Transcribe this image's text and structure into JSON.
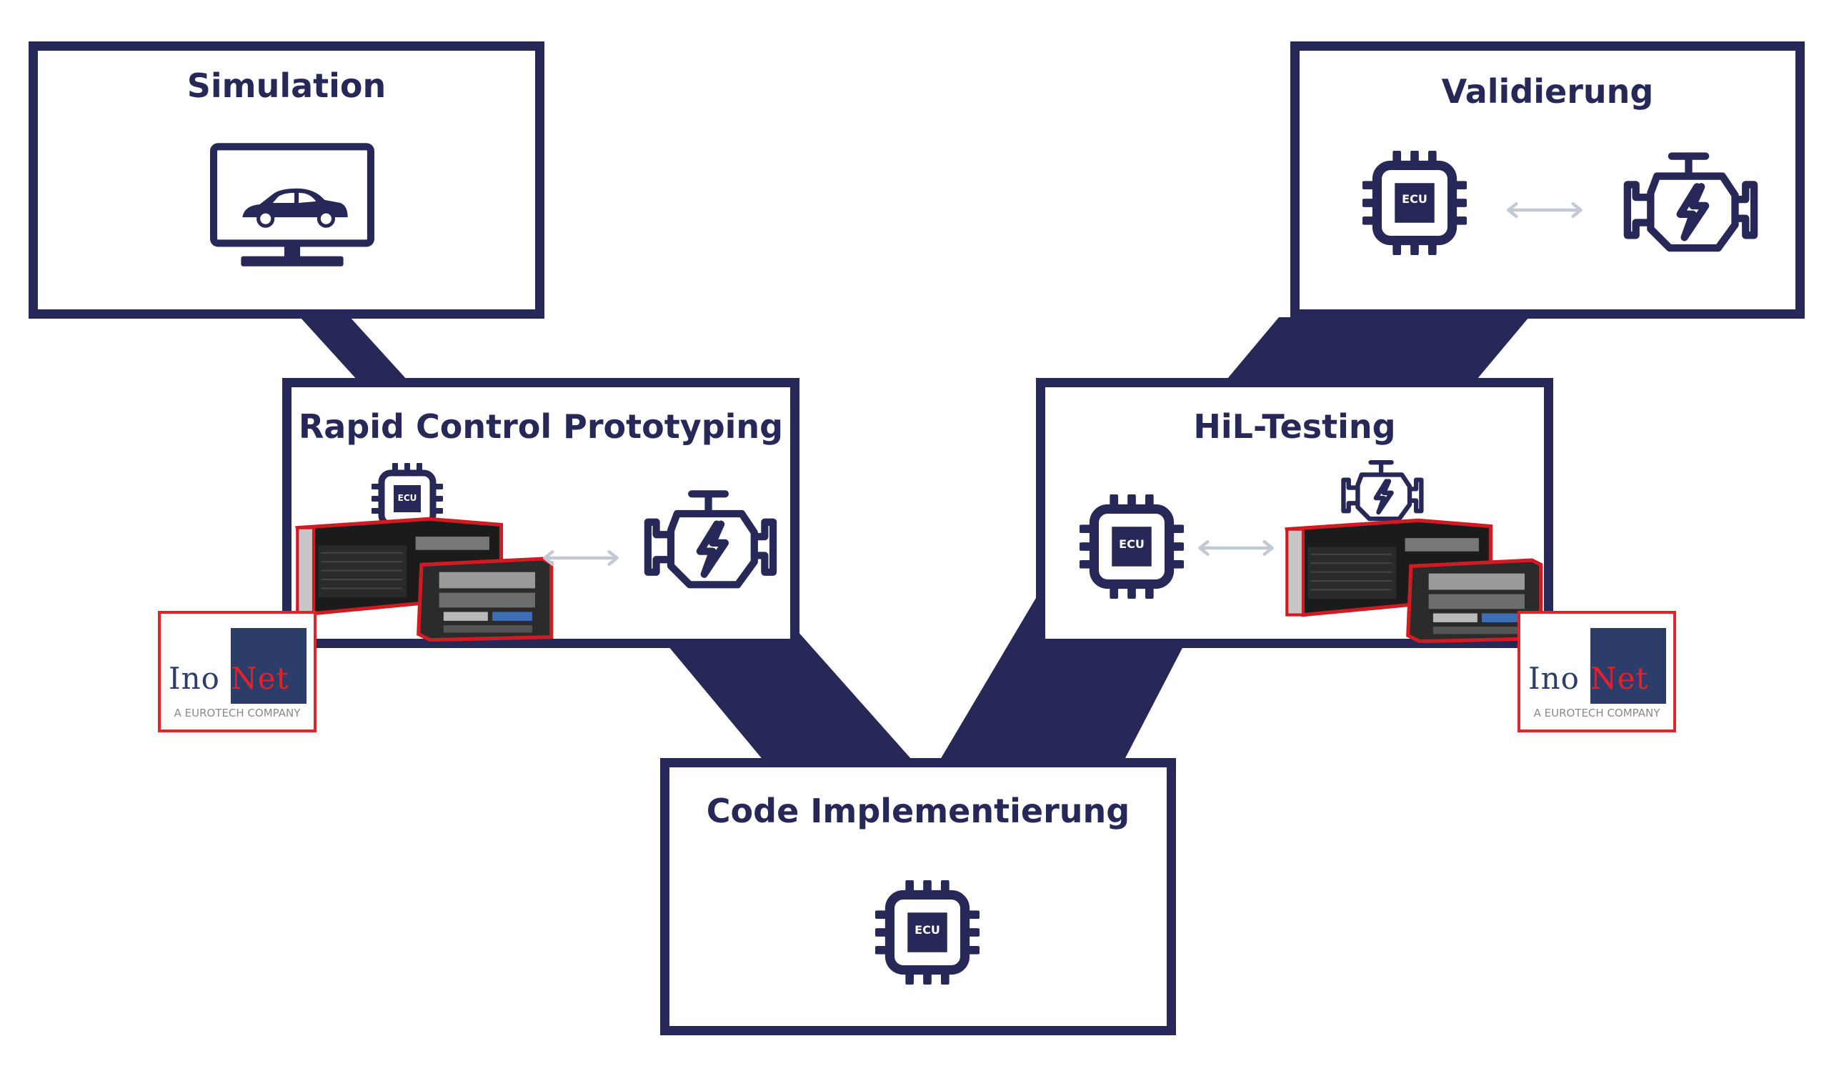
{
  "colors": {
    "navy": "#272857",
    "arrow_gray": "#c3c9d3",
    "hardware_red": "#d11b22",
    "logo_navy": "#2c3d6a",
    "logo_red": "#e2232b"
  },
  "stages": {
    "simulation": {
      "title": "Simulation",
      "icon": "monitor-car-icon"
    },
    "validierung": {
      "title": "Validierung",
      "icons": [
        "ecu-chip-icon",
        "double-arrow-icon",
        "engine-icon"
      ]
    },
    "rcp": {
      "title": "Rapid Control Prototyping",
      "icons": [
        "ecu-chip-icon",
        "industrial-pc-image",
        "double-arrow-icon",
        "engine-icon"
      ]
    },
    "hil": {
      "title": "HiL-Testing",
      "icons": [
        "ecu-chip-icon",
        "double-arrow-icon",
        "engine-icon",
        "industrial-pc-image"
      ]
    },
    "code": {
      "title": "Code Implementierung",
      "icon": "ecu-chip-icon"
    }
  },
  "chip_label": "ECU",
  "logo": {
    "name_part1": "Ino",
    "name_part2": "Net",
    "tagline": "A EUROTECH COMPANY"
  }
}
